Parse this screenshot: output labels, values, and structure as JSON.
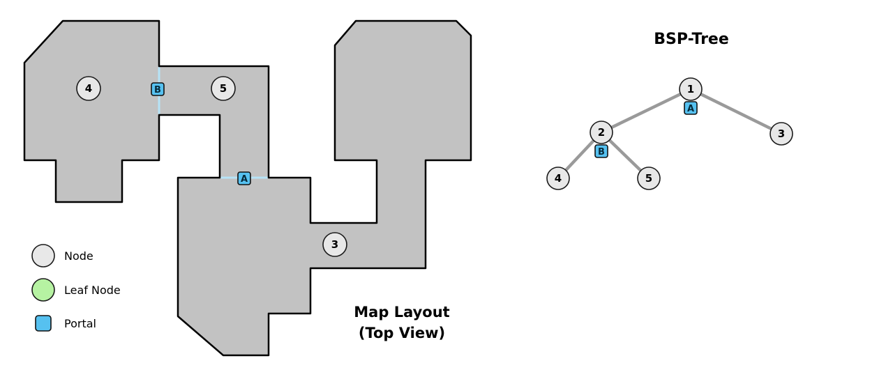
{
  "title": {
    "tree": "BSP-Tree",
    "map_line1": "Map Layout",
    "map_line2": "(Top View)"
  },
  "map": {
    "labels": {
      "room4": "4",
      "room5": "5",
      "room3": "3"
    },
    "portals": {
      "a": "A",
      "b": "B"
    }
  },
  "tree": {
    "nodes": {
      "n1": "1",
      "n2": "2",
      "n3": "3",
      "n4": "4",
      "n5": "5"
    },
    "portals": {
      "a": "A",
      "b": "B"
    }
  },
  "legend": {
    "node": "Node",
    "leaf_node": "Leaf Node",
    "portal": "Portal"
  },
  "colors": {
    "map_fill": "#c2c2c2",
    "map_outline": "#000000",
    "portal_fill": "#56c1f0",
    "portal_plane": "#b5e3f7",
    "node_fill": "#e8e8e8",
    "leaf_fill": "#b6f2a2",
    "tree_edge": "#9a9a9a"
  }
}
